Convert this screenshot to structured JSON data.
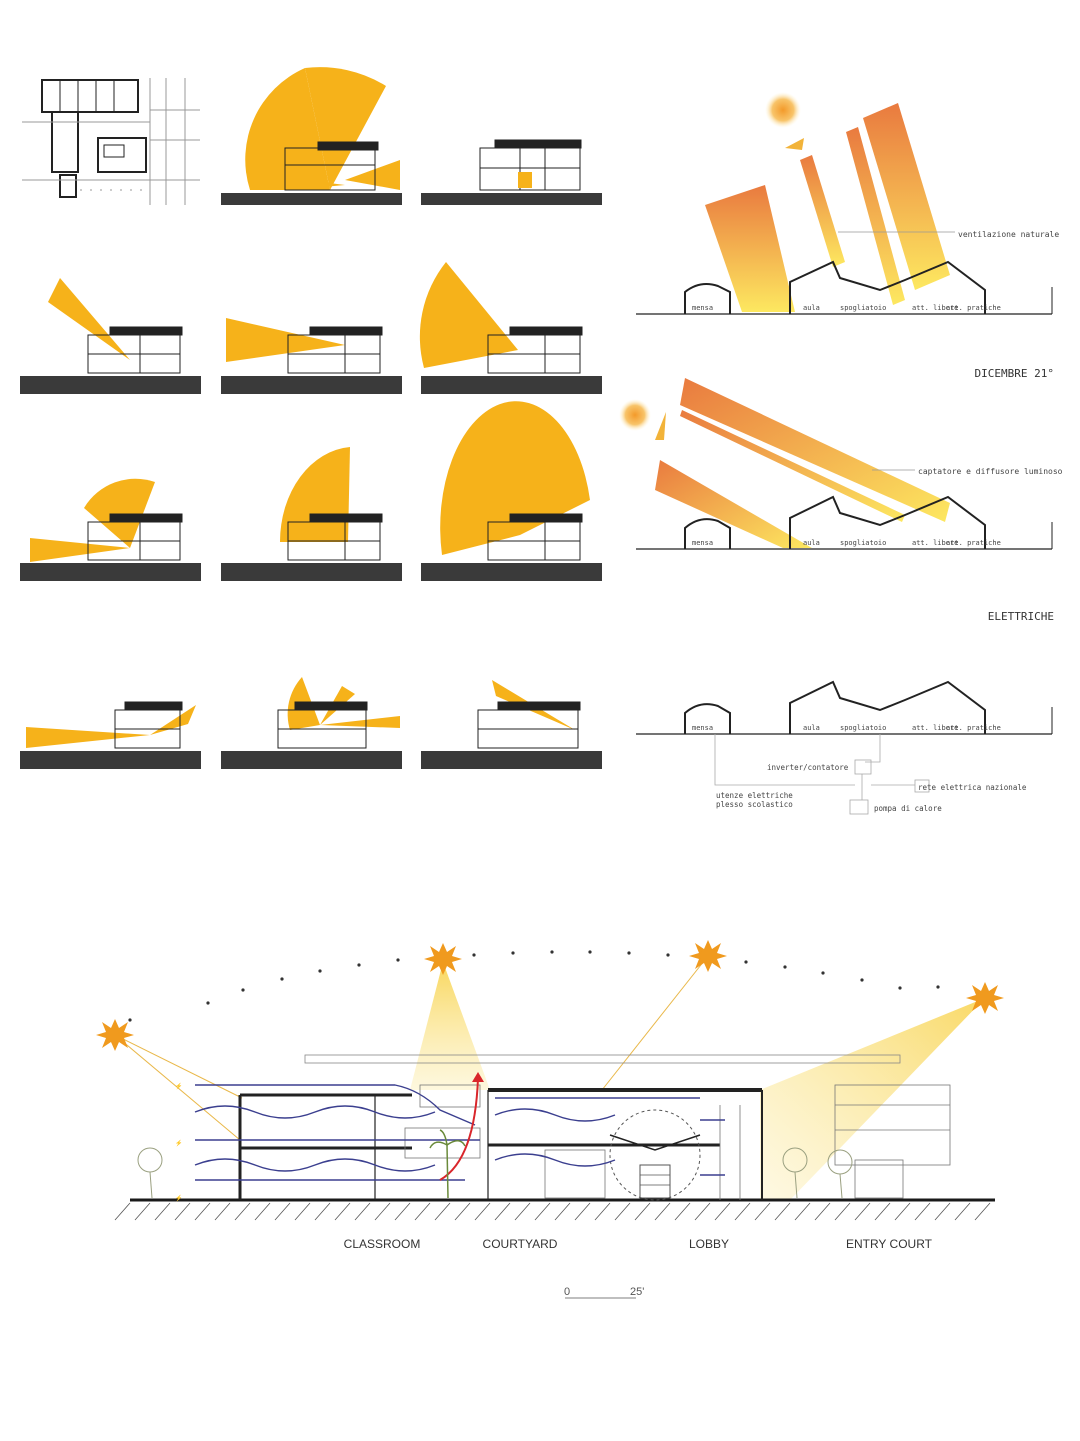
{
  "colors": {
    "sun_fan": "#F6B21A",
    "ground": "#3a3a3a",
    "line": "#1a1a1a",
    "ray_start": "#E97A3F",
    "ray_end": "#FDE25E",
    "airflow": "#3b3f8f",
    "hot_air": "#d9262b",
    "sun_star": "#F09A1E",
    "light_cone": "#F8D75A"
  },
  "section_panels": {
    "panel1": {
      "labels": [
        "mensa",
        "aula",
        "spogliatoio",
        "att. libere",
        "att. pratiche"
      ],
      "annotation": "ventilazione naturale"
    },
    "panel2": {
      "title": "DICEMBRE 21°",
      "labels": [
        "mensa",
        "aula",
        "spogliatoio",
        "att. libere",
        "att. pratiche"
      ],
      "annotation": "captatore e diffusore luminoso"
    },
    "panel3": {
      "title": "ELETTRICHE",
      "labels": [
        "mensa",
        "aula",
        "spogliatoio",
        "att. libere",
        "att. pratiche"
      ],
      "system": {
        "inverter": "inverter/contatore",
        "grid": "rete elettrica nazionale",
        "users_line1": "utenze elettriche",
        "users_line2": "plesso scolastico",
        "heat_pump": "pompa di calore"
      }
    }
  },
  "big_section": {
    "labels": [
      "CLASSROOM",
      "COURTYARD",
      "LOBBY",
      "ENTRY COURT"
    ],
    "scale": {
      "start": "0",
      "end": "25'"
    }
  }
}
